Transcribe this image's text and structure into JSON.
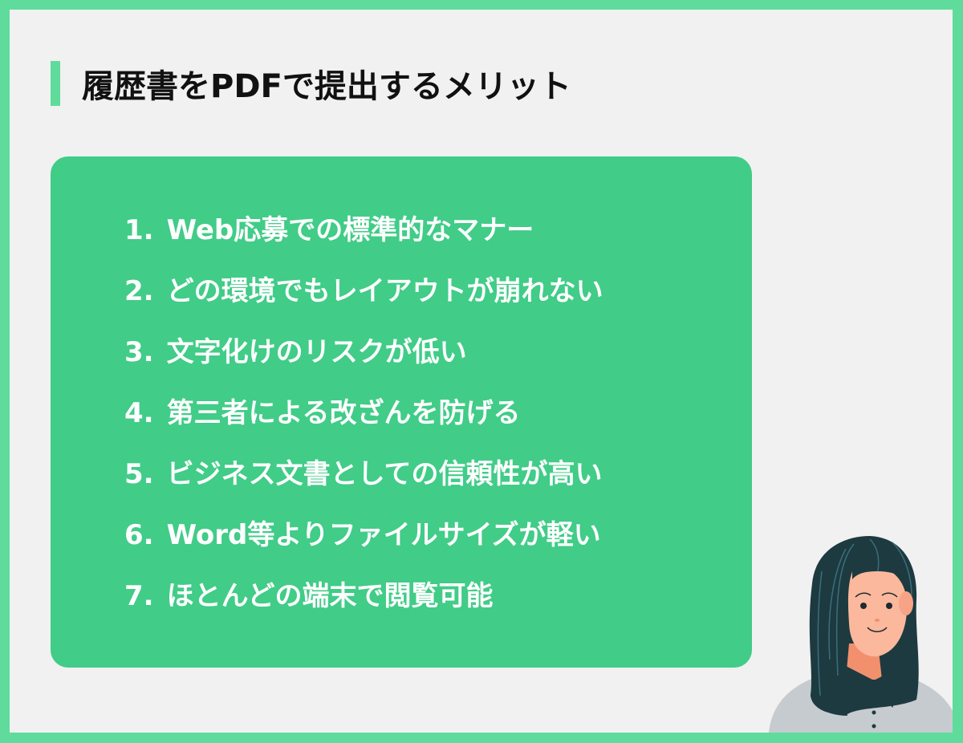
{
  "heading": {
    "title": "履歴書をPDFで提出するメリット"
  },
  "card": {
    "items": [
      {
        "num": "1.",
        "text": "Web応募での標準的なマナー"
      },
      {
        "num": "2.",
        "text": "どの環境でもレイアウトが崩れない"
      },
      {
        "num": "3.",
        "text": "文字化けのリスクが低い"
      },
      {
        "num": "4.",
        "text": "第三者による改ざんを防げる"
      },
      {
        "num": "5.",
        "text": "ビジネス文書としての信頼性が高い"
      },
      {
        "num": "6.",
        "text": "Word等よりファイルサイズが軽い"
      },
      {
        "num": "7.",
        "text": "ほとんどの端末で閲覧可能"
      }
    ]
  },
  "colors": {
    "frame_border": "#5fdc9c",
    "background": "#f1f1f1",
    "card": "#41cc88",
    "title_text": "#111111",
    "item_text": "#ffffff"
  },
  "illustration": {
    "icon": "woman-avatar-icon"
  }
}
